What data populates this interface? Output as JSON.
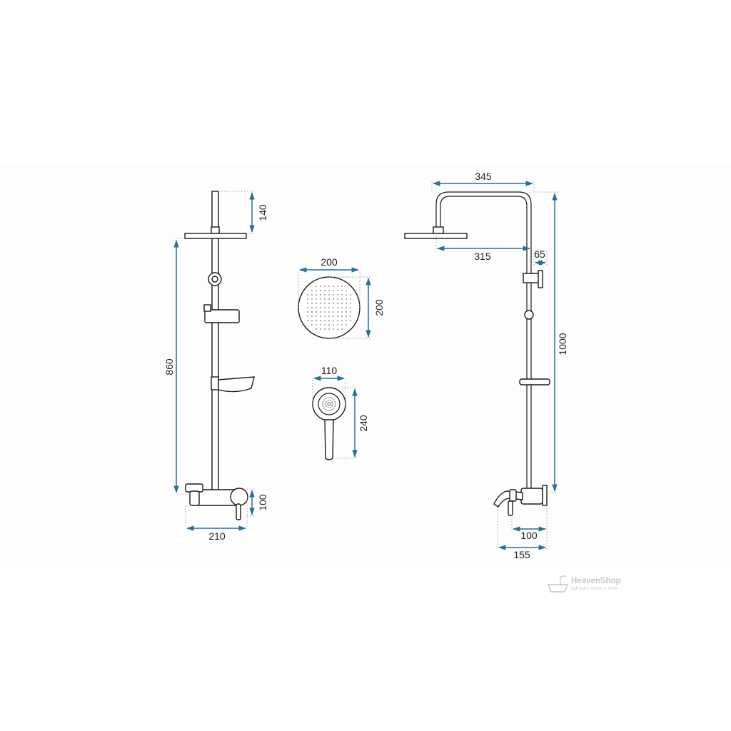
{
  "front_view": {
    "dim_head_arm": "140",
    "dim_total_height": "860",
    "dim_mixer_height": "100",
    "dim_width": "210"
  },
  "overhead_shower": {
    "dim_width": "200",
    "dim_height": "200"
  },
  "hand_shower": {
    "dim_width": "110",
    "dim_height": "240"
  },
  "side_view": {
    "dim_arm_reach": "345",
    "dim_arm_to_head": "315",
    "dim_wall_offset": "65",
    "dim_total_height": "1000",
    "dim_mixer_depth": "100",
    "dim_spout_depth": "155"
  },
  "watermark": {
    "brand": "HeavenShop",
    "tagline": "lukrativ něco o míle"
  },
  "colors": {
    "dimension_line": "#2a6f91",
    "outline": "#1a1a1a",
    "extension_line": "#9a9a9a"
  }
}
